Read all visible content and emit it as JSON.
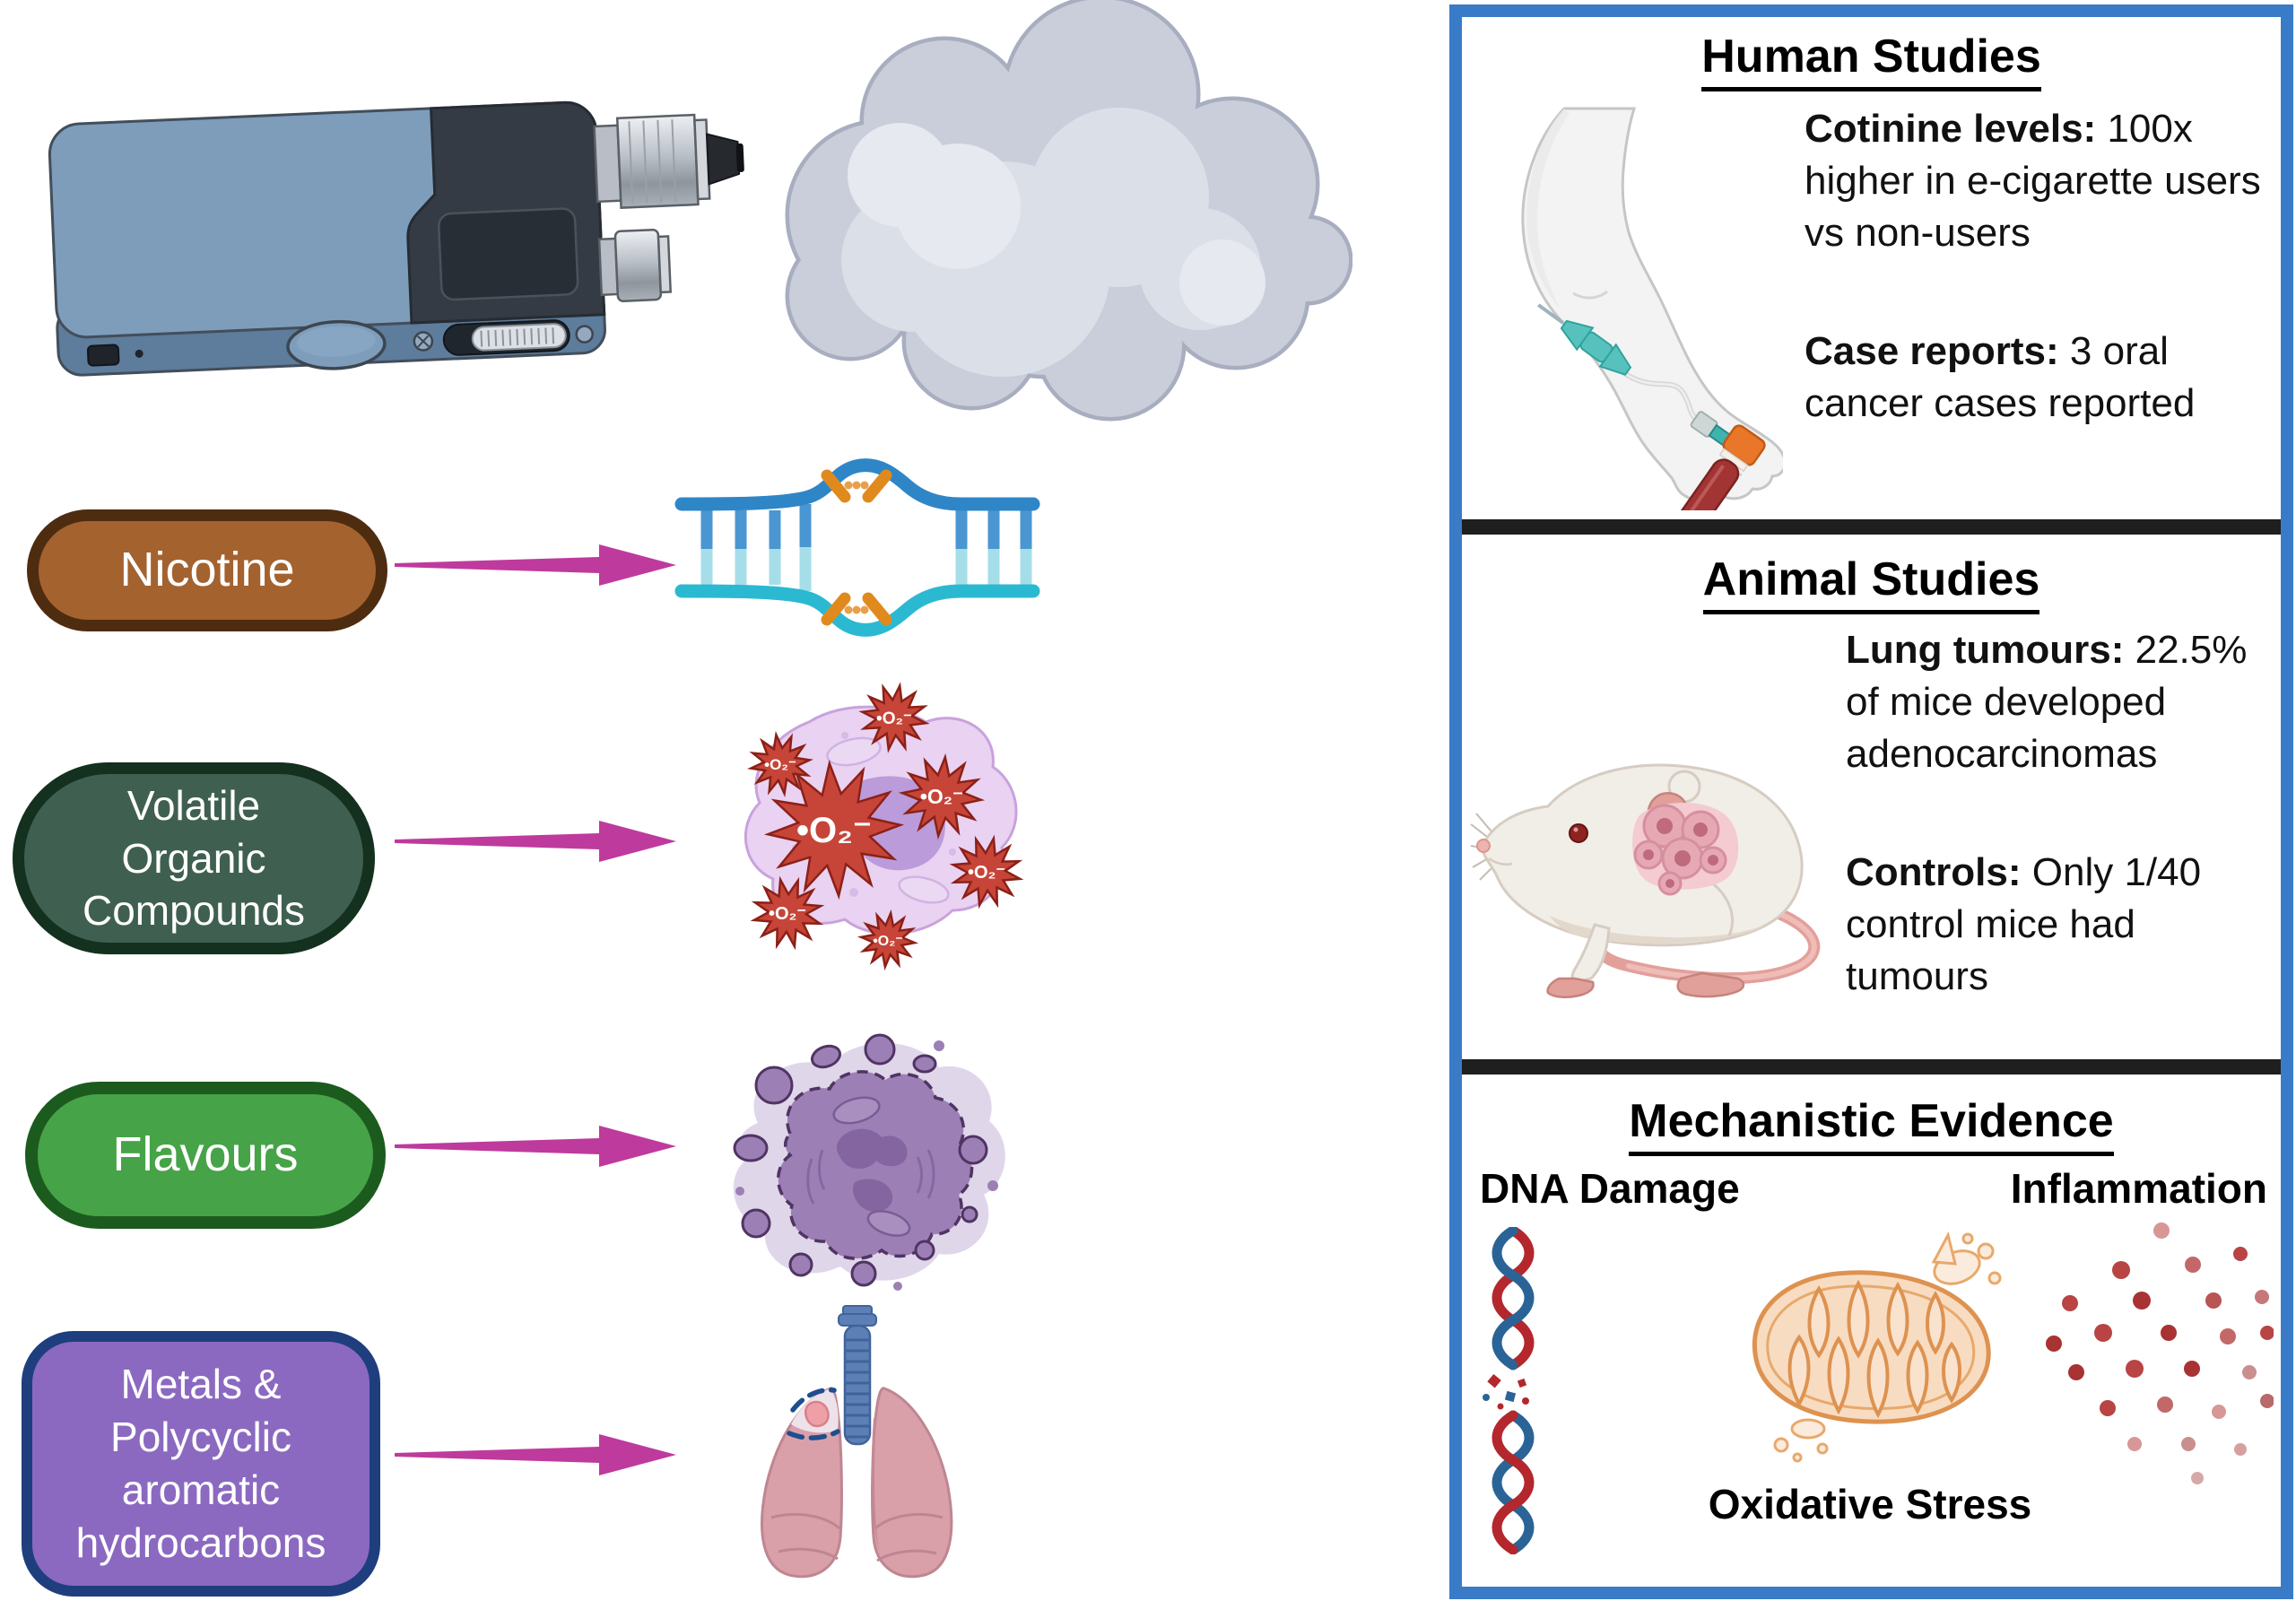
{
  "left": {
    "pills": [
      {
        "label": "Nicotine",
        "fill": "#A4622F",
        "border": "#4E2C10"
      },
      {
        "label": "Volatile\nOrganic\nCompounds",
        "fill": "#3F6050",
        "border": "#14301E"
      },
      {
        "label": "Flavours",
        "fill": "#47A347",
        "border": "#1C5B1E"
      },
      {
        "label": "Metals &\nPolycyclic\naromatic\nhydrocarbons",
        "fill": "#8B69C1",
        "border": "#1F3E7E"
      }
    ],
    "superoxide_symbol": "•O₂⁻",
    "arrow_color": "#BF3A9D",
    "icons": [
      "vape-device",
      "vapour-cloud",
      "damaged-dna",
      "superoxide-cell",
      "apoptotic-cell",
      "lungs-with-tumour"
    ]
  },
  "panel": {
    "border_color": "#3A7BC8",
    "divider_color": "#1F1F1F",
    "sections": [
      {
        "title": "Human Studies",
        "items": [
          {
            "label": "Cotinine levels:",
            "text": " 100x higher in e-cigarette users vs non-users"
          },
          {
            "label": "Case reports:",
            "text": " 3 oral cancer cases reported"
          }
        ]
      },
      {
        "title": "Animal Studies",
        "items": [
          {
            "label": "Lung tumours:",
            "text": " 22.5% of mice developed adenocarcinomas"
          },
          {
            "label": "Controls:",
            "text": " Only 1/40 control mice had tumours"
          }
        ]
      },
      {
        "title": "Mechanistic Evidence",
        "labels": {
          "dna": "DNA Damage",
          "inflammation": "Inflammation",
          "oxidative": "Oxidative Stress"
        }
      }
    ]
  }
}
